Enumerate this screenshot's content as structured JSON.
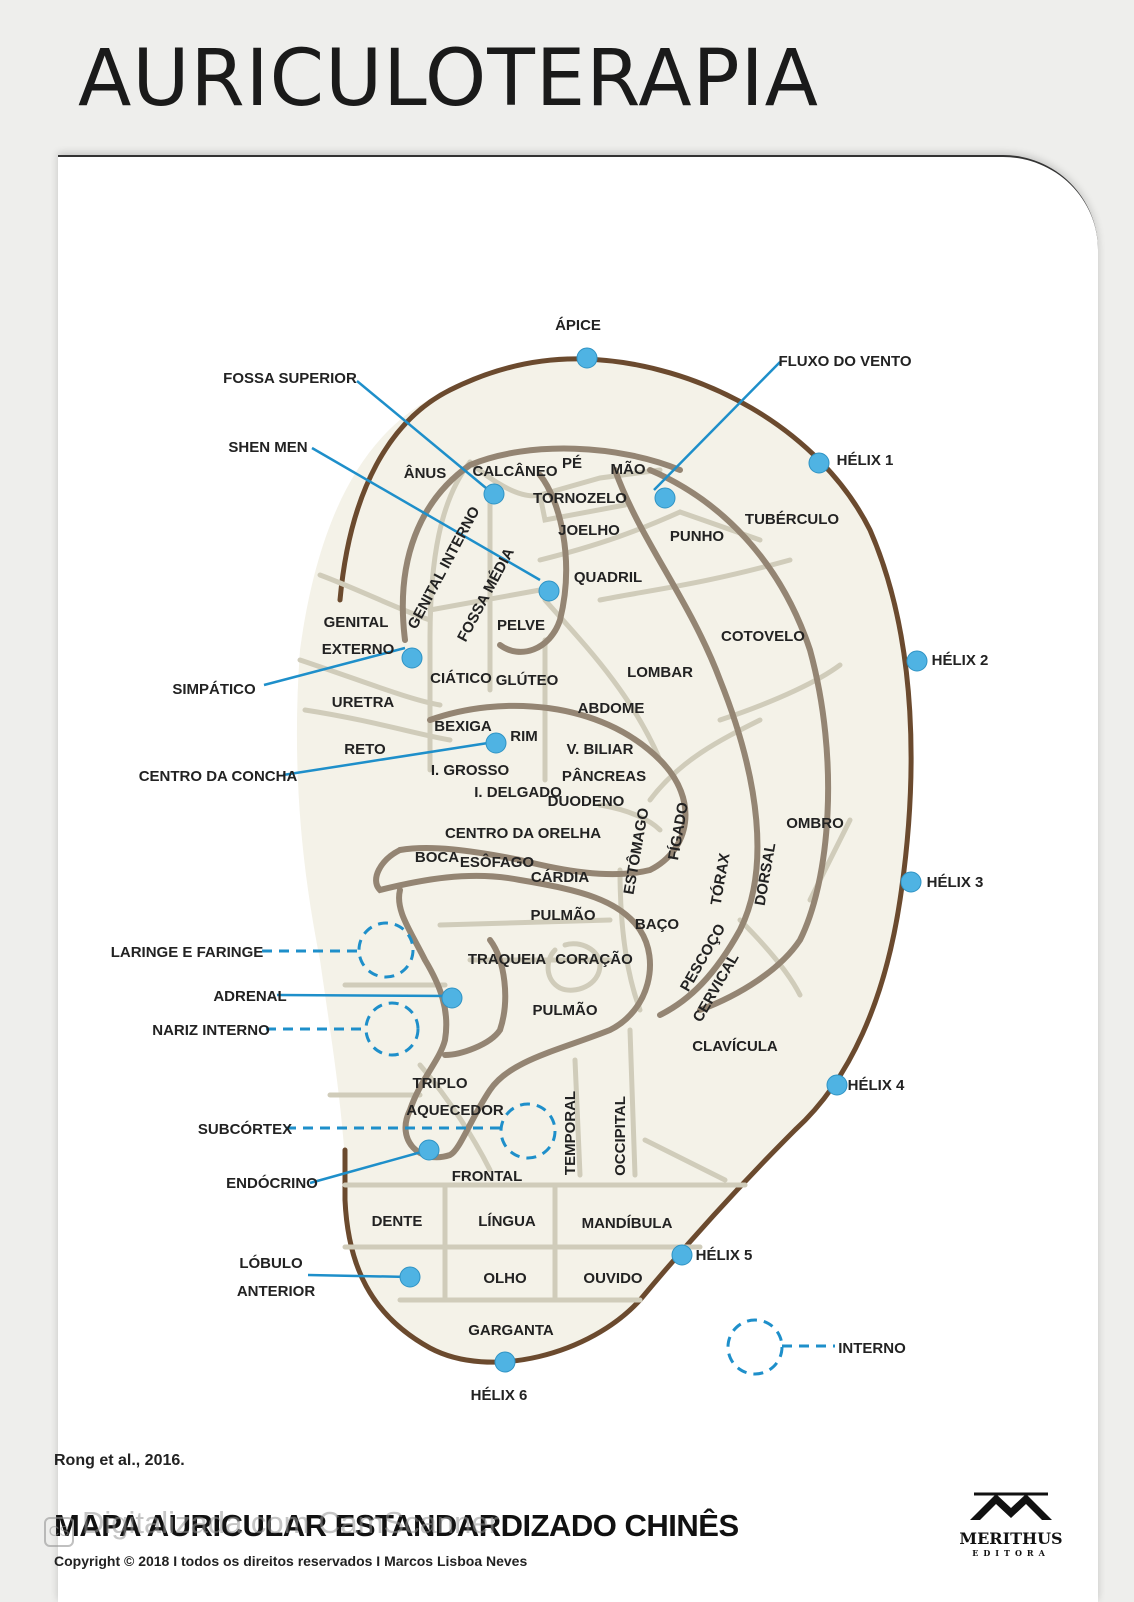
{
  "title": "AURICULOTERAPIA",
  "labels": {
    "apice": "ÁPICE",
    "fossa_superior": "FOSSA SUPERIOR",
    "shen_men": "SHEN MEN",
    "fluxo_do_vento": "FLUXO DO VENTO",
    "helix1": "HÉLIX 1",
    "helix2": "HÉLIX 2",
    "helix3": "HÉLIX 3",
    "helix4": "HÉLIX 4",
    "helix5": "HÉLIX 5",
    "helix6": "HÉLIX 6",
    "anus": "ÂNUS",
    "calcaneo": "CALCÂNEO",
    "pe": "PÉ",
    "mao": "MÃO",
    "tornozelo": "TORNOZELO",
    "joelho": "JOELHO",
    "punho": "PUNHO",
    "tuberculo": "TUBÉRCULO",
    "genital_interno": "GENITAL INTERNO",
    "fossa_media": "FOSSA MÉDIA",
    "quadril": "QUADRIL",
    "genital_externo_1": "GENITAL",
    "genital_externo_2": "EXTERNO",
    "pelve": "PELVE",
    "cotovelo": "COTOVELO",
    "simpatico": "SIMPÁTICO",
    "ciatico": "CIÁTICO",
    "gluteo": "GLÚTEO",
    "lombar": "LOMBAR",
    "uretra": "URETRA",
    "abdome": "ABDOME",
    "bexiga": "BEXIGA",
    "rim": "RIM",
    "v_biliar": "V. BILIAR",
    "reto": "RETO",
    "centro_da_concha": "CENTRO DA CONCHA",
    "i_grosso": "I. GROSSO",
    "pancreas": "PÂNCREAS",
    "i_delgado": "I. DELGADO",
    "duodeno": "DUODENO",
    "ombro": "OMBRO",
    "centro_da_orelha": "CENTRO DA ORELHA",
    "estomago": "ESTÔMAGO",
    "figado": "FÍGADO",
    "boca": "BOCA",
    "esofago": "ESÔFAGO",
    "cardia": "CÁRDIA",
    "torax": "TÓRAX",
    "dorsal": "DORSAL",
    "pulmao1": "PULMÃO",
    "baco": "BAÇO",
    "laringe_e_faringe": "LARINGE E FARINGE",
    "traqueia": "TRAQUEIA",
    "coracao": "CORAÇÃO",
    "pescoco": "PESCOÇO",
    "cervical": "CERVICAL",
    "adrenal": "ADRENAL",
    "pulmao2": "PULMÃO",
    "nariz_interno": "NARIZ INTERNO",
    "clavicula": "CLAVÍCULA",
    "triplo": "TRIPLO",
    "aquecedor": "AQUECEDOR",
    "subcortex": "SUBCÓRTEX",
    "temporal": "TEMPORAL",
    "occipital": "OCCIPITAL",
    "endocrino": "ENDÓCRINO",
    "frontal": "FRONTAL",
    "dente": "DENTE",
    "lingua": "LÍNGUA",
    "mandibula": "MANDÍBULA",
    "lobulo_1": "LÓBULO",
    "lobulo_2": "ANTERIOR",
    "olho": "OLHO",
    "ouvido": "OUVIDO",
    "garganta": "GARGANTA",
    "interno": "INTERNO"
  },
  "colors": {
    "ear_fill": "#f4f2e8",
    "ear_outline": "#6b4a2e",
    "ridge": "#948573",
    "region_lines": "#d0ccba",
    "point": "#4fb3e3",
    "leader": "#1e8fca"
  },
  "citation": "Rong et al., 2016.",
  "map_title": "MAPA AURICULAR ESTANDARDIZADO CHINÊS",
  "copyright": "Copyright © 2018 I todos os direitos reservados I Marcos Lisboa Neves",
  "scanner_watermark": "Digitalizada com CamScanner",
  "logo": {
    "name": "MERITHUS",
    "sub": "EDITORA"
  }
}
